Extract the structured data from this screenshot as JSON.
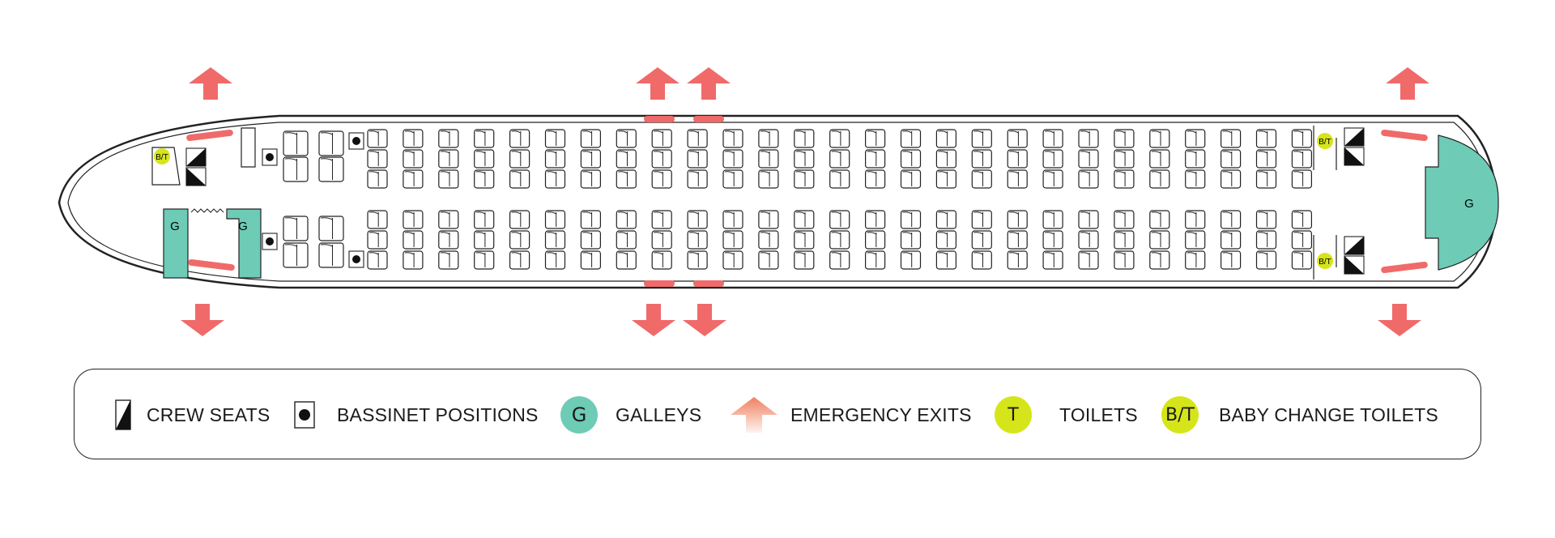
{
  "diagram": {
    "galley_label": "G",
    "toilet_label": "B/T"
  },
  "legend": {
    "crew_seats": "CREW SEATS",
    "bassinet_positions": "BASSINET POSITIONS",
    "galleys": "GALLEYS",
    "galley_symbol": "G",
    "emergency_exits": "EMERGENCY EXITS",
    "toilets": "TOILETS",
    "toilet_symbol": "T",
    "baby_change_toilets": "BABY CHANGE TOILETS",
    "baby_change_symbol": "B/T"
  },
  "colors": {
    "galley": "#6dcbb6",
    "toilet": "#d6e51a",
    "exit": "#f06a6a",
    "outline": "#222222"
  },
  "icons": [
    "crew-seat-icon",
    "bassinet-icon",
    "galley-icon",
    "emergency-exit-icon",
    "toilet-icon",
    "baby-change-toilet-icon"
  ]
}
